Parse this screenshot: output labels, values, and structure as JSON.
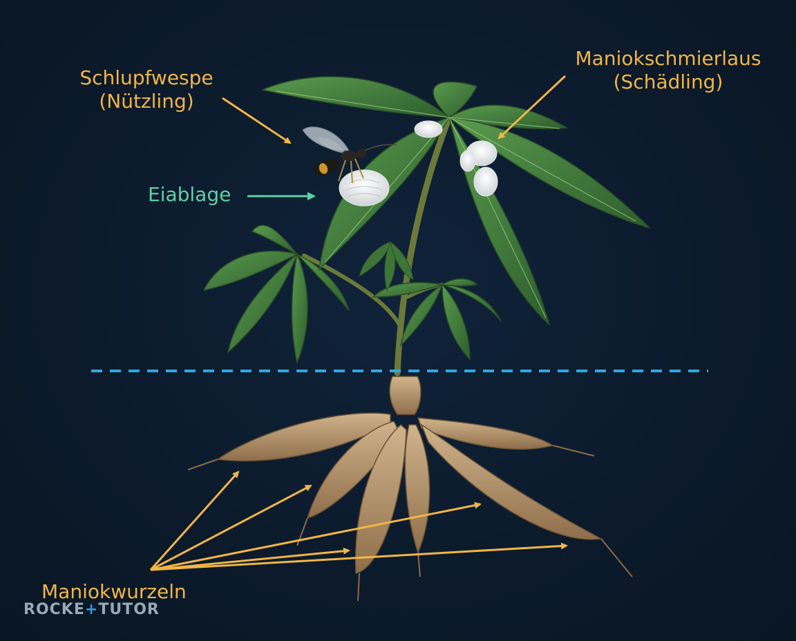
{
  "labels": {
    "wasp_line1": "Schlupfwespe",
    "wasp_line2": "(Nützling)",
    "mealybug_line1": "Maniokschmierlaus",
    "mealybug_line2": "(Schädling)",
    "egg_laying": "Eiablage",
    "roots": "Maniokwurzeln"
  },
  "logo": {
    "left": "ROCKE",
    "mark": "+",
    "right": "TUTOR"
  },
  "colors": {
    "background": "#0b1a2a",
    "label_orange": "#f2b645",
    "label_green": "#5fd1a4",
    "ground_line": "#2fa8e0",
    "leaf": "#3f7a3c",
    "root": "#b89a72"
  },
  "icons": [
    "cassava-plant-illustration",
    "wasp-icon",
    "mealybug-icon",
    "cassava-root-icon"
  ]
}
